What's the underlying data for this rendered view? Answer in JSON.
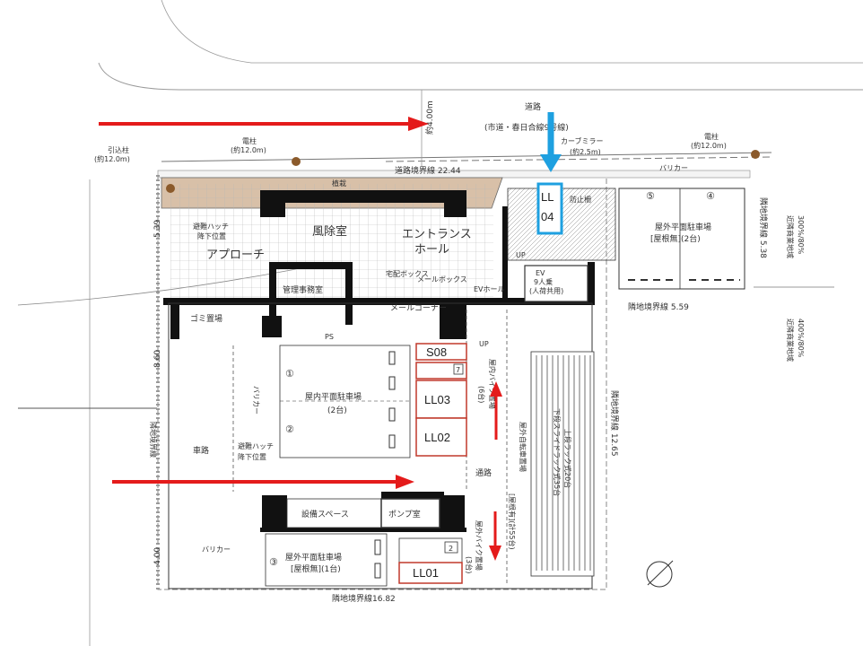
{
  "plan": {
    "road_name": "道路",
    "road_sub": "(市道・春日合線9号線)",
    "road_width": "約4.00m",
    "road_boundary": "道路境界線 22.44",
    "pole_left": "引込柱",
    "pole_left_h": "(約12.0m)",
    "pole_mid": "電柱",
    "pole_mid_h": "(約12.0m)",
    "pole_right": "電柱",
    "pole_right_h": "(約12.0m)",
    "mirror": "カーブミラー",
    "mirror_h": "(約2.5m)",
    "barricade": "バリカー",
    "barricade2": "バリカー",
    "barricade3": "バリカー",
    "planting": "植栽",
    "approach": "アプローチ",
    "hatch": "避難ハッチ",
    "hatch_sub": "降下位置",
    "wind_room": "風除室",
    "entrance": "エントランス",
    "entrance2": "ホール",
    "manager": "管理事務室",
    "home_box": "宅配ボックス",
    "mail_box": "メールボックス",
    "mail_corner": "メールコーナー",
    "ev_hall": "EVホール",
    "ev": "EV",
    "ev_sub": "9人乗",
    "ev_sub2": "(人荷共用)",
    "up": "UP",
    "up2": "UP",
    "garbage": "ゴミ置場",
    "ps": "PS",
    "guard_fence": "防止柵",
    "parking_in": "屋内平面駐車場",
    "parking_in_count": "(2台)",
    "spot1": "①",
    "spot2": "②",
    "spot3": "③",
    "spot4": "④",
    "spot5": "⑤",
    "parking_out": "屋外平面駐車場",
    "parking_out_sub": "[屋根無](2台)",
    "parking_out2": "屋外平面駐車場",
    "parking_out2_sub": "[屋根無](1台)",
    "bike_in": "屋内バイク置場",
    "bike_in_count": "(6台)",
    "bike_out": "屋外バイク置場",
    "bike_out_count": "(3台)",
    "bicycle_in": "屋外自転車置場",
    "bicycle_sub": "[屋根有](計55台)",
    "rack": "下段スライドラック式35台",
    "rack2": "上段ラック式20台",
    "road_in": "車路",
    "road_in2": "通路",
    "road_side": "通路",
    "equipment": "設備スペース",
    "pump": "ポンプ室",
    "hatch2": "避難ハッチ",
    "hatch2_sub": "降下位置",
    "boundary_right": "隣地境界線 5.38",
    "boundary_right2": "隣地境界線 5.59",
    "boundary_east": "隣地境界線 12.65",
    "boundary_bottom": "隣地境界線16.82",
    "boundary_west": "隣地境界線",
    "dim_539": "5.39",
    "dim_860": "8.60",
    "dim_400": "4.00",
    "zone_top": "近隣商業地域",
    "zone_top_ratio": "300%/80%",
    "zone_bot": "近隣商業地域",
    "zone_bot_ratio": "400%/80%"
  },
  "annotations": {
    "s08": "S08",
    "ll01": "LL01",
    "ll02": "LL02",
    "ll03": "LL03",
    "ll04_a": "LL",
    "ll04_b": "04",
    "bike_box_num": "7",
    "ll01_box_num": "2"
  },
  "colors": {
    "arrow_red": "#e41b1b",
    "arrow_blue": "#1ea0e0",
    "box_red": "#c0392b",
    "box_blue": "#1ea0e0",
    "planting": "#d8c0a8",
    "wall": "#111111"
  }
}
